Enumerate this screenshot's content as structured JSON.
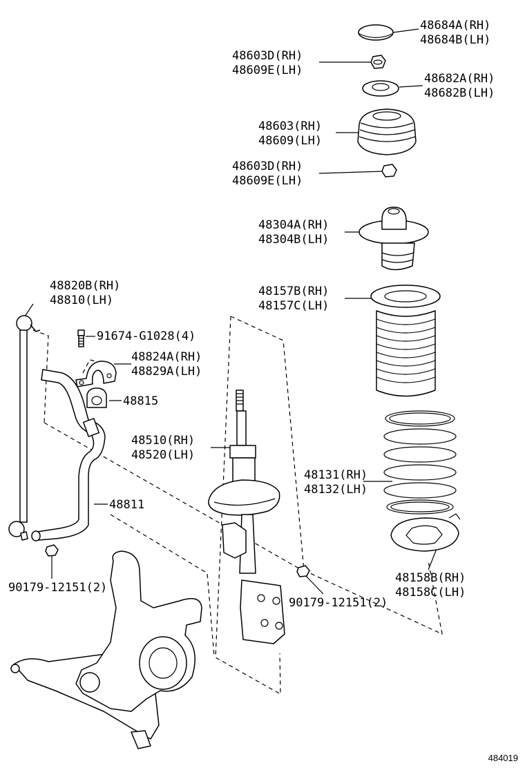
{
  "figure_number": "484019",
  "callouts": [
    {
      "id": "cap",
      "lines": [
        "48684A(RH)",
        "48684B(LH)"
      ]
    },
    {
      "id": "nut-top",
      "lines": [
        "48603D(RH)",
        "48609E(LH)"
      ]
    },
    {
      "id": "bearing",
      "lines": [
        "48682A(RH)",
        "48682B(LH)"
      ]
    },
    {
      "id": "mount",
      "lines": [
        "48603(RH)",
        "48609(LH)"
      ]
    },
    {
      "id": "nut-mid",
      "lines": [
        "48603D(RH)",
        "48609E(LH)"
      ]
    },
    {
      "id": "bump-stop",
      "lines": [
        "48304A(RH)",
        "48304B(LH)"
      ]
    },
    {
      "id": "dust-boot",
      "lines": [
        "48157B(RH)",
        "48157C(LH)"
      ]
    },
    {
      "id": "stab-link",
      "lines": [
        "48820B(RH)",
        "48810(LH)"
      ]
    },
    {
      "id": "bolt",
      "lines": [
        "91674-G1028(4)"
      ]
    },
    {
      "id": "bracket",
      "lines": [
        "48824A(RH)",
        "48829A(LH)"
      ]
    },
    {
      "id": "bushing",
      "lines": [
        "48815"
      ]
    },
    {
      "id": "strut",
      "lines": [
        "48510(RH)",
        "48520(LH)"
      ]
    },
    {
      "id": "coil-spring",
      "lines": [
        "48131(RH)",
        "48132(LH)"
      ]
    },
    {
      "id": "stab-bar",
      "lines": [
        "48811"
      ]
    },
    {
      "id": "lower-insulator",
      "lines": [
        "48158B(RH)",
        "48158C(LH)"
      ]
    },
    {
      "id": "nut-left",
      "lines": [
        "90179-12151(2)"
      ]
    },
    {
      "id": "nut-right",
      "lines": [
        "90179-12151(2)"
      ]
    }
  ]
}
